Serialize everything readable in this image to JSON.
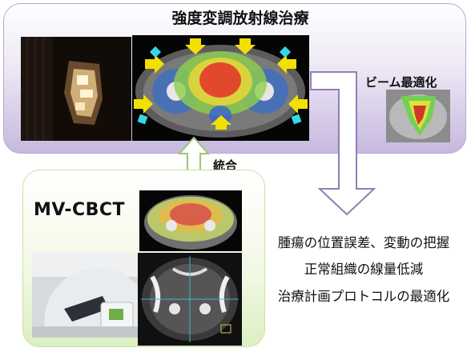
{
  "imrt": {
    "title": "強度変調放射線治療"
  },
  "beam": {
    "label": "ビーム最適化"
  },
  "integration": {
    "label": "統合"
  },
  "cbct": {
    "title": "MV-CBCT"
  },
  "outcomes": [
    "腫瘍の位置誤差、変動の把握",
    "正常組織の線量低減",
    "治療計画プロトコルの最適化"
  ],
  "colors": {
    "imrt_panel": "#c7b8de",
    "cbct_panel": "#dcefc2",
    "arrow_fill": "#ffffff",
    "arrow_stroke_purple": "#8f7fb6",
    "arrow_stroke_green": "#9cc47a",
    "beam_arrow": "#f2e000",
    "marker": "#36d6e6"
  }
}
